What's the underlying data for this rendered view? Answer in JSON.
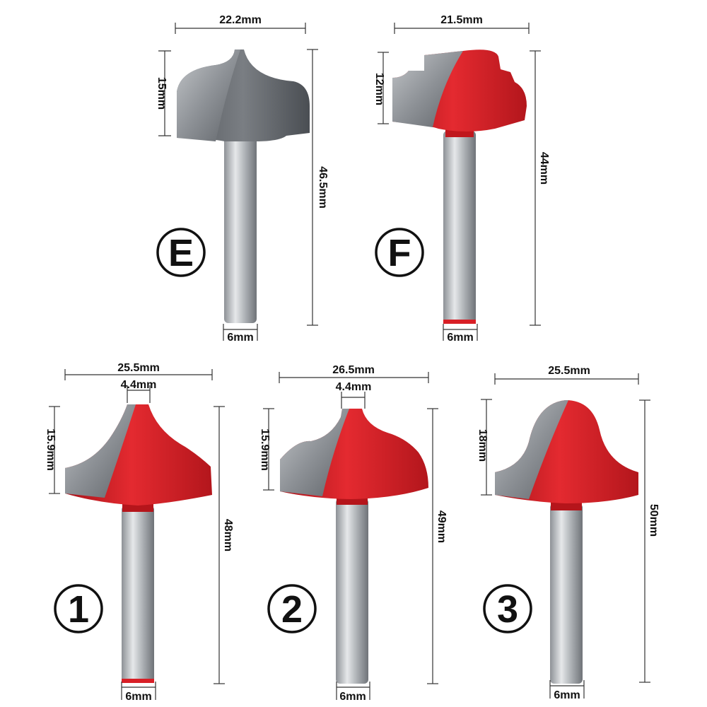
{
  "bits": [
    {
      "id": "E",
      "label": "E",
      "width": "22.2mm",
      "cut_height": "15mm",
      "total_length": "46.5mm",
      "shank": "6mm",
      "color": "#777b80"
    },
    {
      "id": "F",
      "label": "F",
      "width": "21.5mm",
      "cut_height": "12mm",
      "total_length": "44mm",
      "shank": "6mm",
      "color": "#d81f26"
    },
    {
      "id": "1",
      "label": "1",
      "width": "25.5mm",
      "pilot": "4.4mm",
      "cut_height": "15.9mm",
      "total_length": "48mm",
      "shank": "6mm",
      "color": "#d81f26"
    },
    {
      "id": "2",
      "label": "2",
      "width": "26.5mm",
      "pilot": "4.4mm",
      "cut_height": "15.9mm",
      "total_length": "49mm",
      "shank": "6mm",
      "color": "#d81f26"
    },
    {
      "id": "3",
      "label": "3",
      "width": "25.5mm",
      "cut_height": "18mm",
      "total_length": "50mm",
      "shank": "6mm",
      "color": "#d81f26"
    }
  ]
}
